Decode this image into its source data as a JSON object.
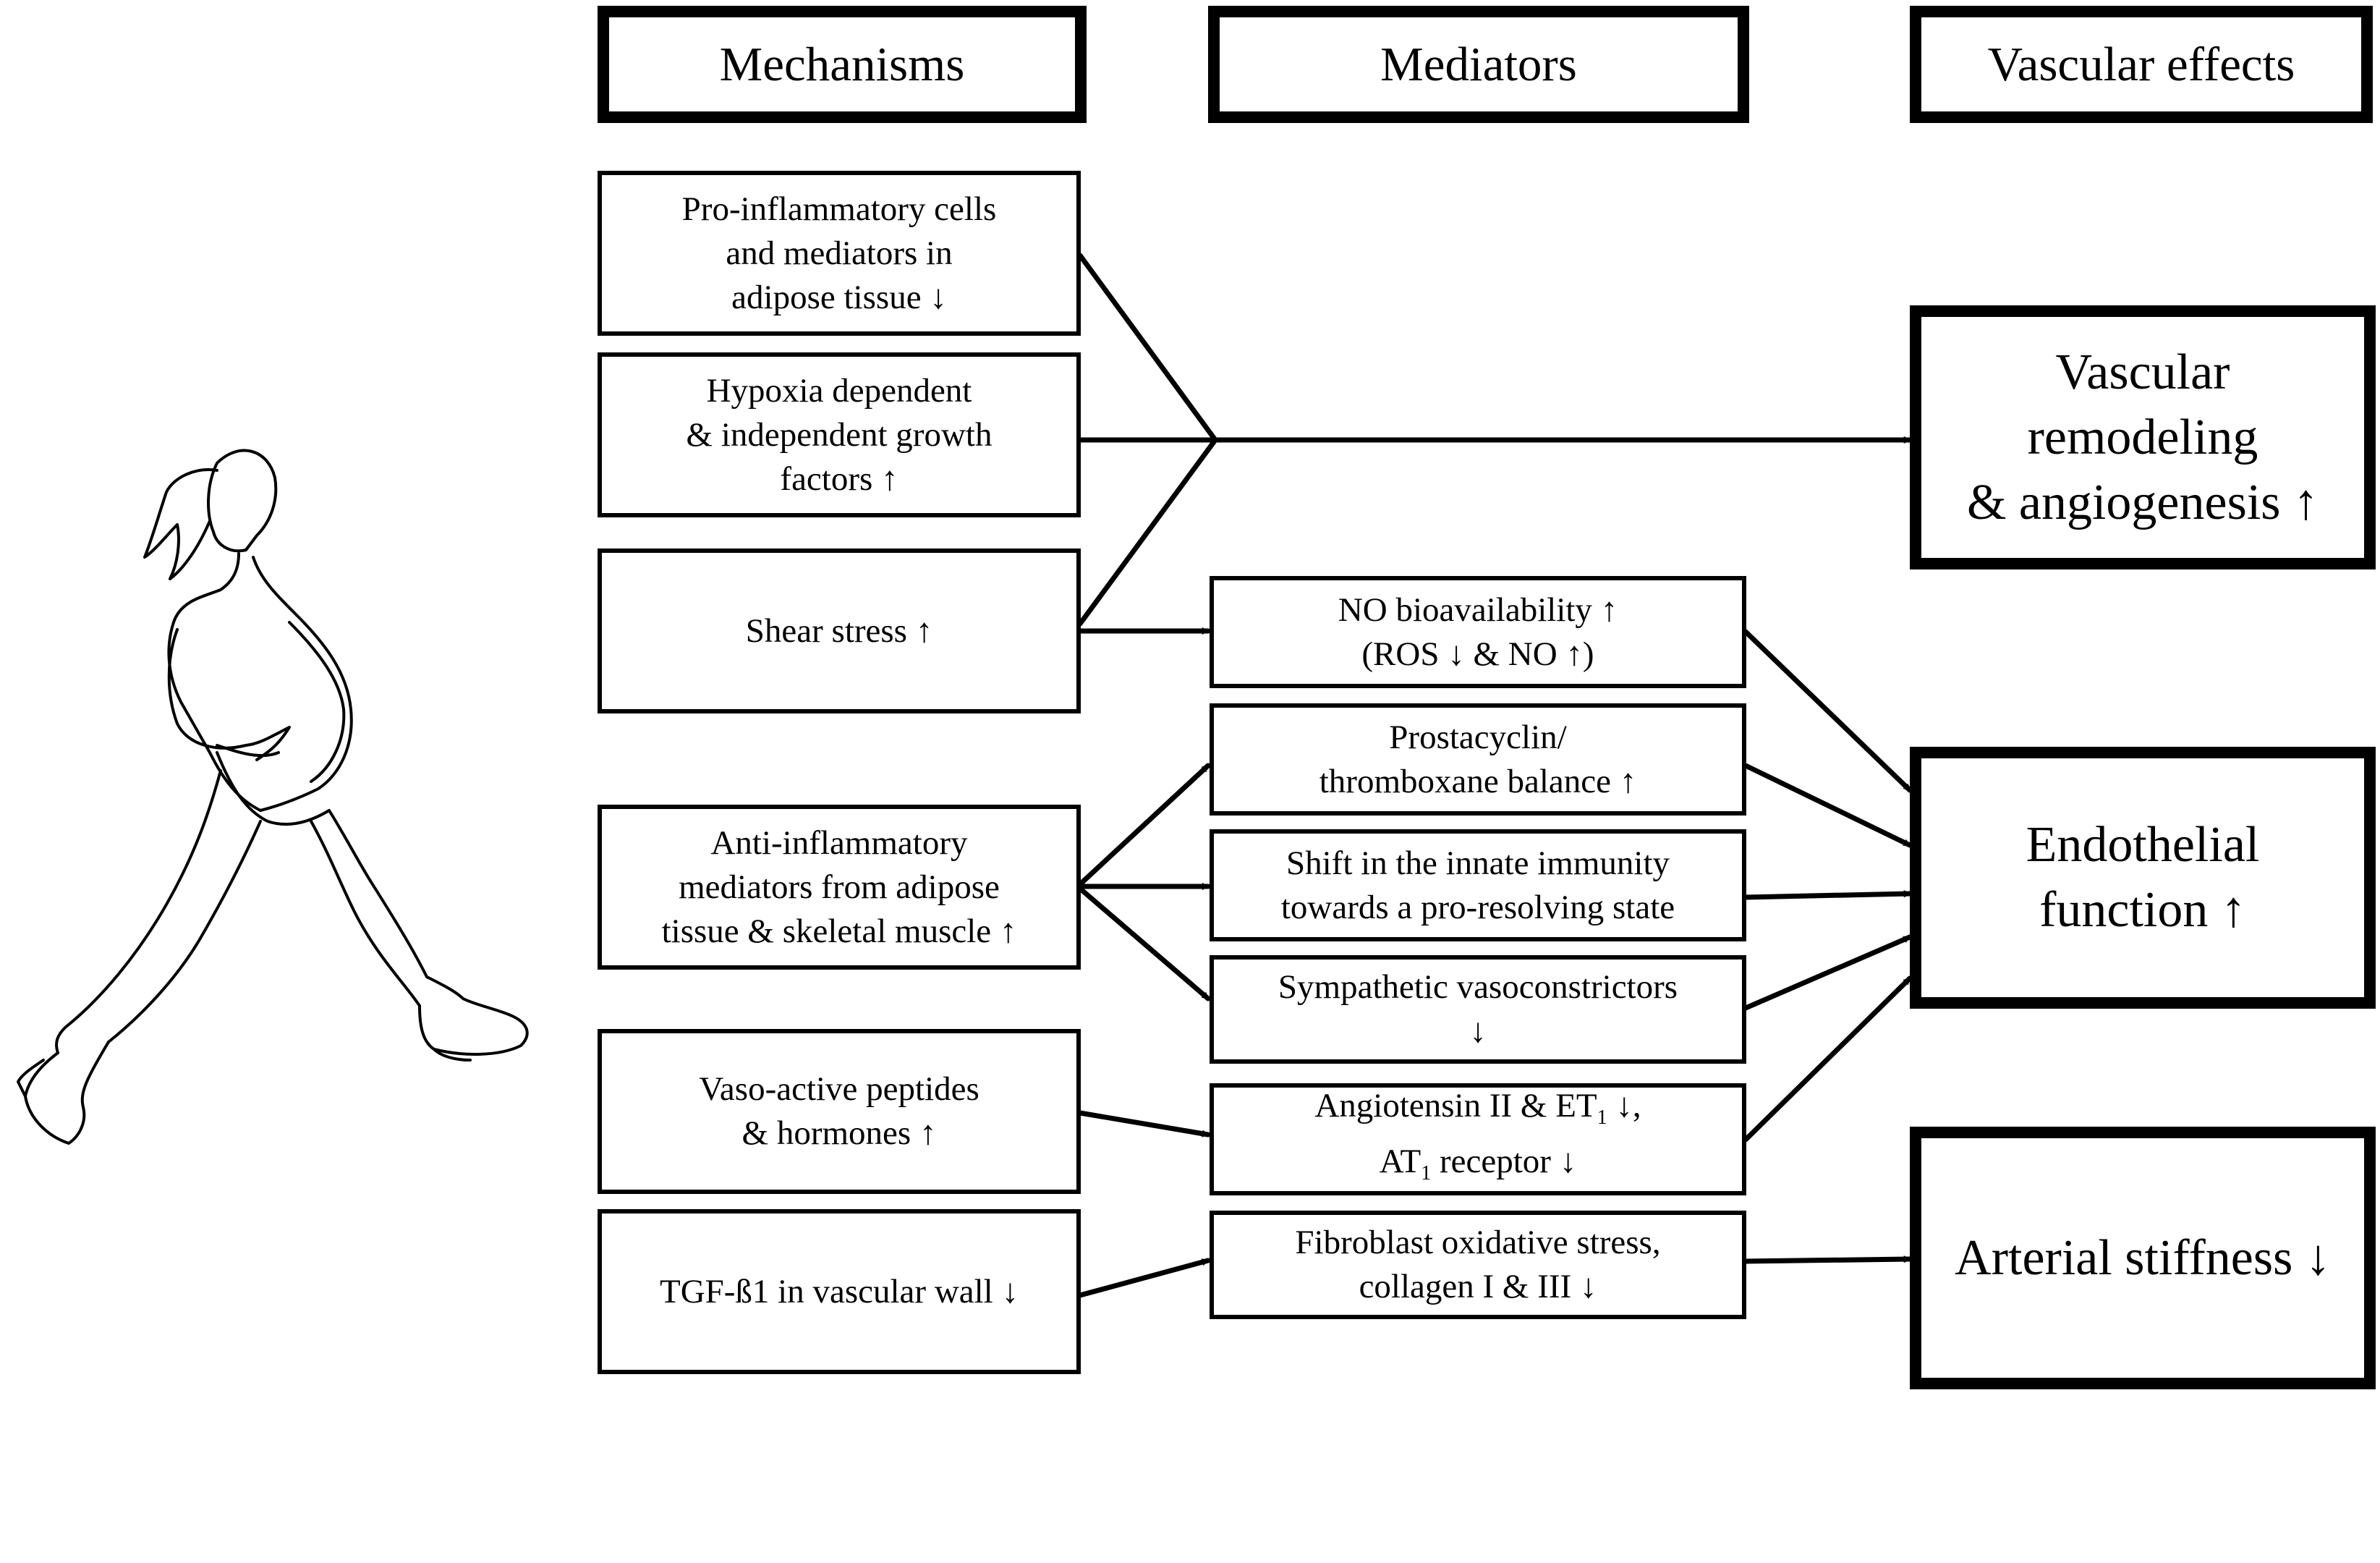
{
  "headers": {
    "mechanisms": "Mechanisms",
    "mediators": "Mediators",
    "effects": "Vascular effects"
  },
  "mechanisms": {
    "pro_inflammatory": "Pro-inflammatory cells\nand mediators in\nadipose tissue ↓",
    "hypoxia": "Hypoxia dependent\n& independent growth\nfactors ↑",
    "shear_stress": "Shear stress ↑",
    "anti_inflammatory": "Anti-inflammatory\nmediators from adipose\ntissue & skeletal muscle ↑",
    "vaso_active": "Vaso-active peptides\n& hormones ↑",
    "tgf": "TGF-ß1 in vascular wall ↓"
  },
  "mediators": {
    "no": "NO bioavailability ↑\n(ROS ↓ & NO ↑)",
    "prostacyclin": "Prostacyclin/\nthromboxane balance ↑",
    "innate": "Shift in the innate immunity\ntowards a pro-resolving state",
    "sympathetic": "Sympathetic vasoconstrictors\n↓",
    "angiotensin": {
      "l1_pre": "Angiotensin II & ET",
      "l1_sub": "1",
      "l1_post": " ↓,",
      "l2_pre": "AT",
      "l2_sub": "1",
      "l2_post": " receptor ↓"
    },
    "fibroblast": "Fibroblast oxidative stress,\ncollagen I & III ↓"
  },
  "effects": {
    "remodeling": "Vascular\nremodeling\n& angiogenesis ↑",
    "endothelial": "Endothelial\nfunction ↑",
    "stiffness": "Arterial stiffness ↓"
  }
}
